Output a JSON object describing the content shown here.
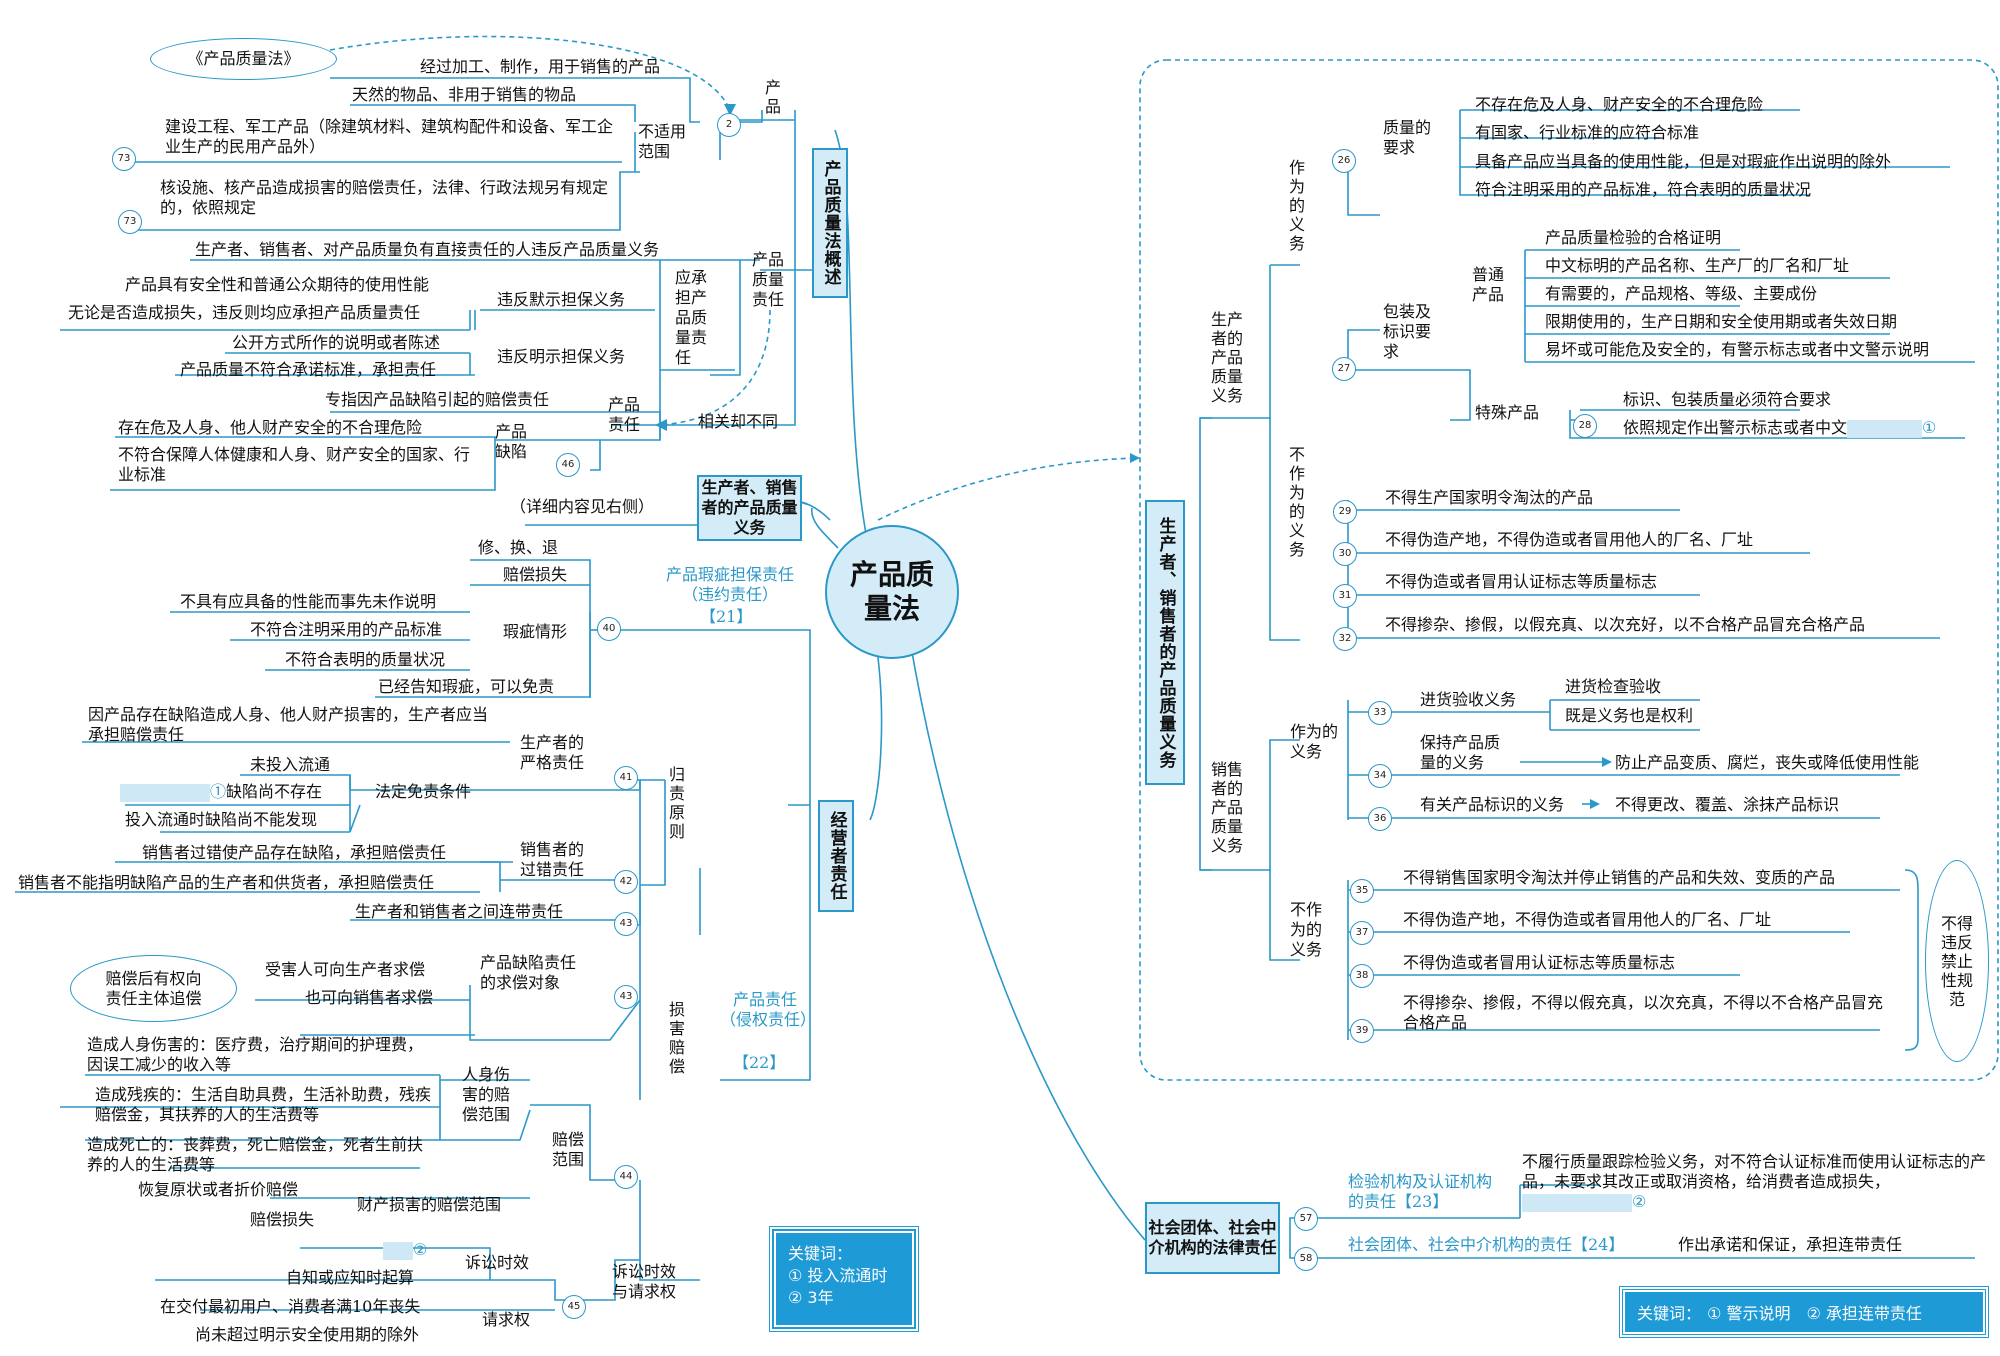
{
  "center": "产品质量法",
  "left": {
    "overview": {
      "title": "产品质量法概述",
      "law_tag": "《产品质量法》",
      "product_label": "产品",
      "product_def": "经过加工、制作，用于销售的产品",
      "not_applicable": "不适用范围",
      "na_items": [
        "天然的物品、非用于销售的物品",
        "建设工程、军工产品（除建筑材料、建筑构配件和设备、军工企业生产的民用产品外）",
        "核设施、核产品造成损害的赔偿责任，法律、行政法规另有规定的，依照规定"
      ],
      "resp_label": "产品质量责任",
      "resp_general": "生产者、销售者、对产品质量负有直接责任的人违反产品质量义务",
      "should_bear": "应承担产品质量责任",
      "implied_label": "违反默示担保义务",
      "implied_items": [
        "产品具有安全性和普通公众期待的使用性能",
        "无论是否造成损失，违反则均应承担产品质量责任"
      ],
      "express_label": "违反明示担保义务",
      "express_items": [
        "公开方式所作的说明或者陈述",
        "产品质量不符合承诺标准，承担责任"
      ],
      "liab_label": "产品责任",
      "liab_def": "专指因产品缺陷引起的赔偿责任",
      "related": "相关却不同",
      "defect_label": "产品缺陷",
      "defect_items": [
        "存在危及人身、他人财产安全的不合理危险",
        "不符合保障人体健康和人身、财产安全的国家、行业标准"
      ]
    },
    "duties": {
      "title": "生产者、销售者的产品质量义务",
      "note": "（详细内容见右侧）"
    },
    "business": {
      "title": "经营者责任",
      "warranty_title": "产品瑕疵担保责任（违约责任）",
      "warranty_ref": "【21】",
      "warranty_items": [
        "修、换、退",
        "赔偿损失"
      ],
      "flaw_label": "瑕疵情形",
      "flaw_items": [
        "不具有应具备的性能而事先未作说明",
        "不符合注明采用的产品标准",
        "不符合表明的质量状况"
      ],
      "flaw_exempt": "已经告知瑕疵，可以免责",
      "tort_title": "产品责任（侵权责任）",
      "tort_ref": "【22】",
      "attr_label": "归责原则",
      "strict_label": "生产者的严格责任",
      "strict_def": "因产品存在缺陷造成人身、他人财产损害的，生产者应当承担赔偿责任",
      "exempt_label": "法定免责条件",
      "exempt_items": [
        "未投入流通",
        "缺陷尚不存在",
        "投入流通时缺陷尚不能发现"
      ],
      "fault_label": "销售者的过错责任",
      "fault_items": [
        "销售者过错使产品存在缺陷，承担赔偿责任",
        "销售者不能指明缺陷产品的生产者和供货者，承担赔偿责任"
      ],
      "joint": "生产者和销售者之间连带责任",
      "damage_label": "损害赔偿",
      "claim_obj_label": "产品缺陷责任的求偿对象",
      "claim_items": [
        "受害人可向生产者求偿",
        "也可向销售者求偿"
      ],
      "recourse_bubble": "赔偿后有权向责任主体追偿",
      "scope_label": "赔偿范围",
      "personal_label": "人身伤害的赔偿范围",
      "personal_items": [
        "造成人身伤害的：医疗费，治疗期间的护理费，因误工减少的收入等",
        "造成残疾的：生活自助具费，生活补助费，残疾赔偿金，其扶养的人的生活费等",
        "造成死亡的：丧葬费，死亡赔偿金，死者生前扶养的人的生活费等"
      ],
      "property_label": "财产损害的赔偿范围",
      "property_items": [
        "恢复原状或者折价赔偿",
        "赔偿损失"
      ],
      "limit_label": "诉讼时效与请求权",
      "lit_label": "诉讼时效",
      "lit_items": [
        "自知或应知时起算"
      ],
      "claim_right_label": "请求权",
      "claim_right_items": [
        "在交付最初用户、消费者满10年丧失",
        "尚未超过明示安全使用期的除外"
      ]
    },
    "keywords": {
      "title": "关键词：",
      "items": [
        "① 投入流通时",
        "② 3年"
      ]
    }
  },
  "right": {
    "title": "生产者、销售者的产品质量义务",
    "producer_label": "生产者的产品质量义务",
    "p_act_label": "作为的义务",
    "quality_req_label": "质量的要求",
    "quality_req_items": [
      "不存在危及人身、财产安全的不合理危险",
      "有国家、行业标准的应符合标准",
      "具备产品应当具备的使用性能，但是对瑕疵作出说明的除外",
      "符合注明采用的产品标准，符合表明的质量状况"
    ],
    "package_label": "包装及标识要求",
    "normal_label": "普通产品",
    "normal_items": [
      "产品质量检验的合格证明",
      "中文标明的产品名称、生产厂的厂名和厂址",
      "有需要的，产品规格、等级、主要成份",
      "限期使用的，生产日期和安全使用期或者失效日期",
      "易坏或可能危及安全的，有警示标志或者中文警示说明"
    ],
    "special_label": "特殊产品",
    "special_items": [
      "标识、包装质量必须符合要求",
      "依照规定作出警示标志或者中文"
    ],
    "p_not_label": "不作为的义务",
    "p_not_items": [
      "不得生产国家明令淘汰的产品",
      "不得伪造产地，不得伪造或者冒用他人的厂名、厂址",
      "不得伪造或者冒用认证标志等质量标志",
      "不得掺杂、掺假，以假充真、以次充好，以不合格产品冒充合格产品"
    ],
    "seller_label": "销售者的产品质量义务",
    "s_act_label": "作为的义务",
    "check_label": "进货验收义务",
    "check_items": [
      "进货检查验收",
      "既是义务也是权利"
    ],
    "keep_label": "保持产品质量的义务",
    "keep_item": "防止产品变质、腐烂，丧失或降低使用性能",
    "mark_label": "有关产品标识的义务",
    "mark_item": "不得更改、覆盖、涂抹产品标识",
    "s_not_label": "不作为的义务",
    "s_not_items": [
      "不得销售国家明令淘汰并停止销售的产品和失效、变质的产品",
      "不得伪造产地，不得伪造或者冒用他人的厂名、厂址",
      "不得伪造或者冒用认证标志等质量标志",
      "不得掺杂、掺假，不得以假充真，以次充真，不得以不合格产品冒充合格产品"
    ],
    "violation_bubble": "不得违反禁止性规范"
  },
  "social": {
    "title": "社会团体、社会中介机构的法律责任",
    "inspect_label": "检验机构及认证机构的责任【23】",
    "inspect_text": "不履行质量跟踪检验义务，对不符合认证标准而使用认证标志的产品，未要求其改正或取消资格，给消费者造成损失，",
    "org_label": "社会团体、社会中介机构的责任【24】",
    "org_text": "作出承诺和保证，承担连带责任"
  },
  "keywords2": {
    "title": "关键词：",
    "items": [
      "① 警示说明",
      "② 承担连带责任"
    ]
  },
  "markers": {
    "n1": "①",
    "n2": "②"
  },
  "numbers": {
    "a2": "2",
    "a73": "73",
    "a46": "46",
    "a40": "40",
    "a41": "41",
    "a42": "42",
    "a43": "43",
    "a44": "44",
    "a45": "45",
    "r26": "26",
    "r27": "27",
    "r28": "28",
    "r29": "29",
    "r30": "30",
    "r31": "31",
    "r32": "32",
    "r33": "33",
    "r34": "34",
    "r36": "36",
    "r35": "35",
    "r37": "37",
    "r38": "38",
    "r39": "39",
    "s57": "57",
    "s58": "58"
  },
  "colors": {
    "accent": "#2a98c9",
    "box_fill": "#d4ecf7",
    "keyword_bg": "#1e9ad6",
    "blank": "#cfe8f6"
  }
}
